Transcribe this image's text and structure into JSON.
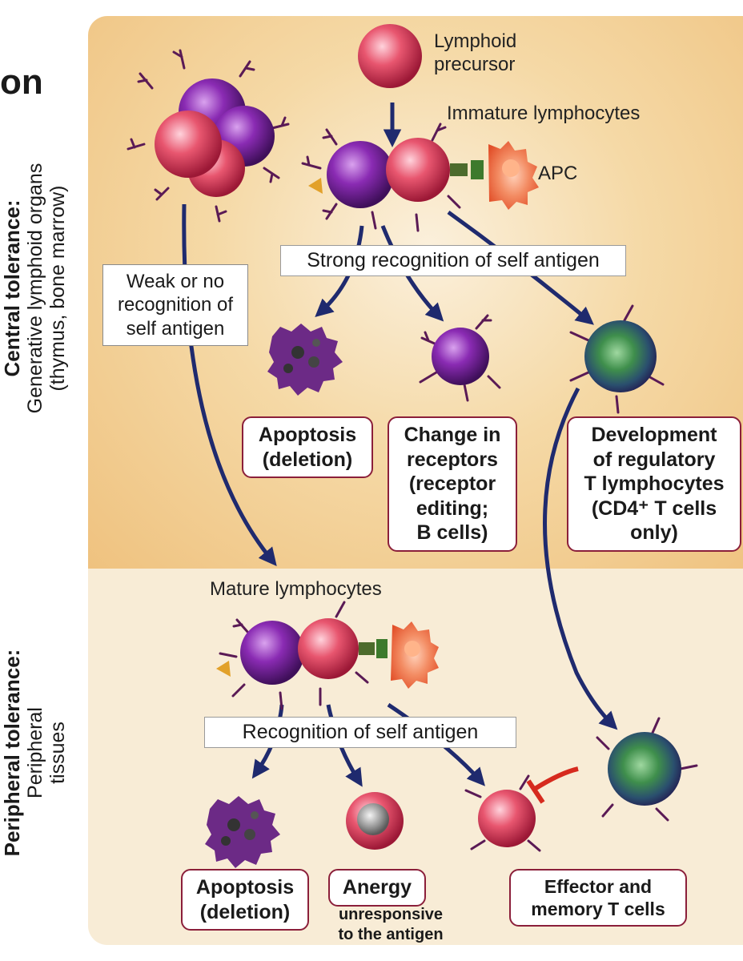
{
  "heading_fragment": "on",
  "central": {
    "title": "Central tolerance:",
    "line1": "Generative lymphoid organs",
    "line2": "(thymus, bone marrow)"
  },
  "peripheral": {
    "title": "Peripheral tolerance:",
    "line1": "Peripheral",
    "line2": "tissues"
  },
  "labels": {
    "lymphoid_precursor_1": "Lymphoid",
    "lymphoid_precursor_2": "precursor",
    "immature": "Immature lymphocytes",
    "apc": "APC",
    "mature": "Mature lymphocytes"
  },
  "bars": {
    "strong": "Strong recognition of self antigen",
    "recognition": "Recognition of self antigen"
  },
  "weak_box": [
    "Weak or no",
    "recognition of",
    "self antigen"
  ],
  "outcomes": {
    "apoptosis_central": [
      "Apoptosis",
      "(deletion)"
    ],
    "receptor_change": [
      "Change in",
      "receptors",
      "(receptor",
      "editing;",
      "B cells)"
    ],
    "regulatory": [
      "Development",
      "of regulatory",
      "T lymphocytes",
      "(CD4⁺ T cells",
      "only)"
    ],
    "apoptosis_peripheral": [
      "Apoptosis",
      "(deletion)"
    ],
    "anergy": "Anergy",
    "anergy_note": [
      "unresponsive",
      "to the antigen"
    ],
    "effector": [
      "Effector and",
      "memory T cells"
    ]
  },
  "colors": {
    "central_bg": "#efc27f",
    "peripheral_bg": "#f8ecd6",
    "box_border": "#8b1f3a",
    "arrow": "#1f2a6e",
    "inhibit": "#d62a1e"
  }
}
